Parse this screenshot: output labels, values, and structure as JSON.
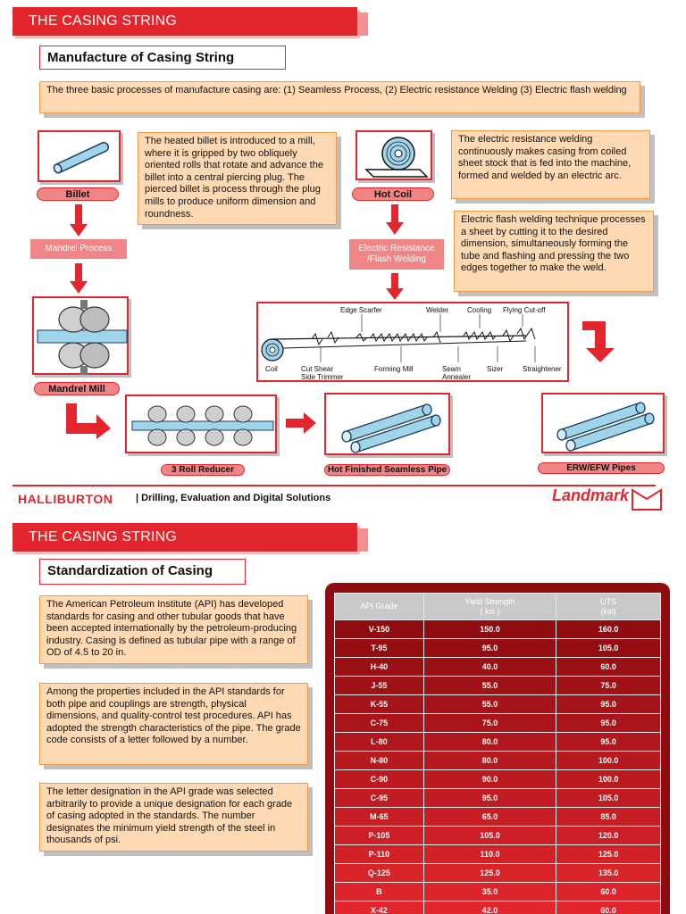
{
  "slide1": {
    "banner": "THE CASING STRING",
    "subtitle": "Manufacture of Casing String",
    "intro": "The three basic processes of manufacture casing are: (1) Seamless Process, (2) Electric resistance Welding (3) Electric flash welding",
    "billet_label": "Billet",
    "billet_text": "The heated billet is introduced to a mill, where it is gripped by two obliquely oriented rolls that rotate and advance the billet into a central piercing plug. The pierced billet is process through the plug mills  to produce uniform dimension and roundness.",
    "hotcoil_label": "Hot Coil",
    "erw_text": "The electric resistance welding continuously makes casing from coiled sheet stock  that is fed into the machine, formed and welded by an electric arc.",
    "efw_text": "Electric flash welding technique processes a sheet by cutting it to the desired dimension, simultaneously forming the tube and flashing and pressing the two edges together to make the weld.",
    "mandrel_process": "Mandrel Process",
    "erw_process": "Electric Resistance /Flash Welding",
    "mandrel_mill": "Mandrel Mill",
    "roll_reducer": "3 Roll Reducer",
    "hot_finished": "Hot Finished Seamless Pipe",
    "erw_pipes": "ERW/EFW Pipes",
    "diagram_labels": {
      "edge_scarfer": "Edge Scarfer",
      "welder": "Welder",
      "cooling": "Cooling",
      "flying_cutoff": "Flying Cut-off",
      "coil": "Coil",
      "cut_shear": "Cut Shear",
      "side_trimmer": "Side Trimmer",
      "forming_mill": "Forming Mill",
      "seam": "Seam",
      "annealer": "Annealer",
      "sizer": "Sizer",
      "straightener": "Straightener"
    },
    "footer": {
      "company": "HALLIBURTON",
      "tagline": "| Drilling, Evaluation and Digital Solutions",
      "brand": "Landmark"
    }
  },
  "slide2": {
    "banner": "THE CASING STRING",
    "subtitle": "Standardization of Casing",
    "para1": "The American Petroleum Institute (API) has developed standards for casing and other tubular goods that have been accepted internationally by the petroleum-producing industry. Casing is defined as tubular pipe with a range of OD of 4.5 to 20 in.",
    "para2": "Among the properties included in the API standards for both pipe and couplings are strength, physical dimensions, and quality-control test procedures. API has adopted the strength characteristics of the pipe. The grade code consists of a letter followed by a number.",
    "para3": "The letter designation in the API grade was selected arbitrarily to provide a unique designation for each grade of casing adopted in the standards. The number designates the minimum yield strength of the steel in thousands of psi.",
    "table": {
      "headers": [
        "API Grade",
        "Yield Strength",
        "UTS"
      ],
      "units": [
        "",
        "( ksi )",
        "(ksi)"
      ],
      "rows": [
        [
          "V-150",
          "150.0",
          "160.0"
        ],
        [
          "T-95",
          "95.0",
          "105.0"
        ],
        [
          "H-40",
          "40.0",
          "60.0"
        ],
        [
          "J-55",
          "55.0",
          "75.0"
        ],
        [
          "K-55",
          "55.0",
          "95.0"
        ],
        [
          "C-75",
          "75.0",
          "95.0"
        ],
        [
          "L-80",
          "80.0",
          "95.0"
        ],
        [
          "N-80",
          "80.0",
          "100.0"
        ],
        [
          "C-90",
          "90.0",
          "100.0"
        ],
        [
          "C-95",
          "95.0",
          "105.0"
        ],
        [
          "M-65",
          "65.0",
          "85.0"
        ],
        [
          "P-105",
          "105.0",
          "120.0"
        ],
        [
          "P-110",
          "110.0",
          "125.0"
        ],
        [
          "Q-125",
          "125.0",
          "135.0"
        ],
        [
          "B",
          "35.0",
          "60.0"
        ],
        [
          "X-42",
          "42.0",
          "60.0"
        ]
      ]
    }
  },
  "colors": {
    "accent": "#e3262d",
    "peach": "#ffd9b3",
    "table_dark": "#8f0d10",
    "table_light": "#e3262d"
  }
}
